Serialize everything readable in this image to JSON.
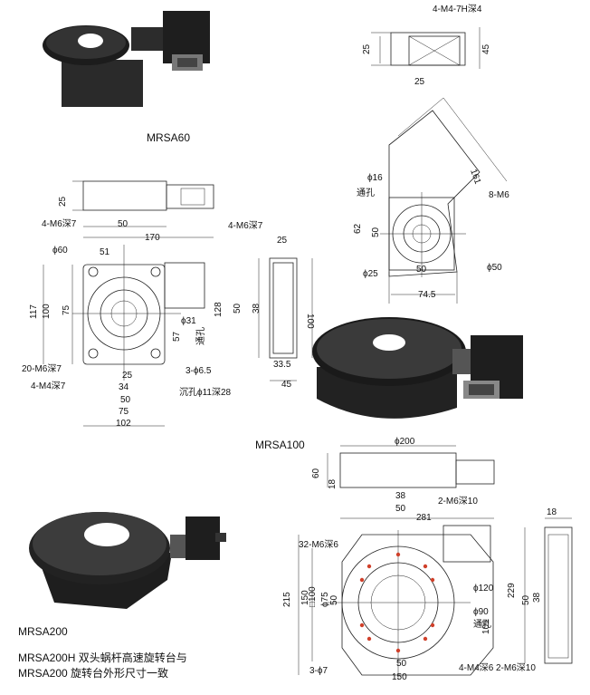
{
  "captions": {
    "mrsa60": "MRSA60",
    "mrsa100": "MRSA100",
    "mrsa200": "MRSA200",
    "note_line1": "MRSA200H 双头蜗杆高速旋转台与",
    "note_line2": "MRSA200 旋转台外形尺寸一致"
  },
  "mrsa60": {
    "dims": [
      "4-M4-7H深4",
      "25",
      "45",
      "25",
      "ϕ16",
      "通孔",
      "62",
      "50",
      "8-M6",
      "ϕ25",
      "50",
      "ϕ50",
      "74.5",
      "161"
    ]
  },
  "mrsa100": {
    "dims": [
      "25",
      "4-M6深7",
      "50",
      "170",
      "ϕ60",
      "51",
      "117",
      "100",
      "75",
      "ϕ31",
      "128",
      "57",
      "通孔",
      "20-M6深7",
      "4-M4深7",
      "25",
      "34",
      "50",
      "75",
      "102",
      "3-ϕ6.5",
      "沉孔ϕ11深28",
      "4-M6深7",
      "25",
      "38",
      "50",
      "100",
      "33.5",
      "45"
    ]
  },
  "mrsa200": {
    "dims": [
      "ϕ200",
      "60",
      "18",
      "38",
      "50",
      "281",
      "2-M6深10",
      "32-M6深6",
      "ϕ120",
      "215",
      "150",
      "□100",
      "ϕ75",
      "50",
      "ϕ90",
      "通孔",
      "101",
      "3-ϕ7",
      "50",
      "150",
      "4-M4深6",
      "2-M6深10",
      "18",
      "229",
      "38",
      "50"
    ]
  }
}
